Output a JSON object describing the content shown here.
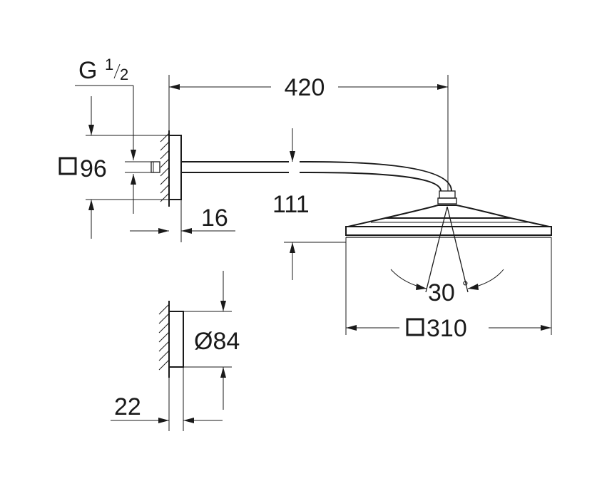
{
  "dimensions": {
    "thread_label_G": "G",
    "thread_fraction_num": "1",
    "thread_fraction_den": "2",
    "flange_size": "96",
    "arm_length": "420",
    "arm_drop": "111",
    "wall_gap": "16",
    "head_size": "310",
    "tilt_angle": "30",
    "tilt_unit": "°",
    "rosette_diameter": "Ø84",
    "rosette_depth": "22"
  }
}
